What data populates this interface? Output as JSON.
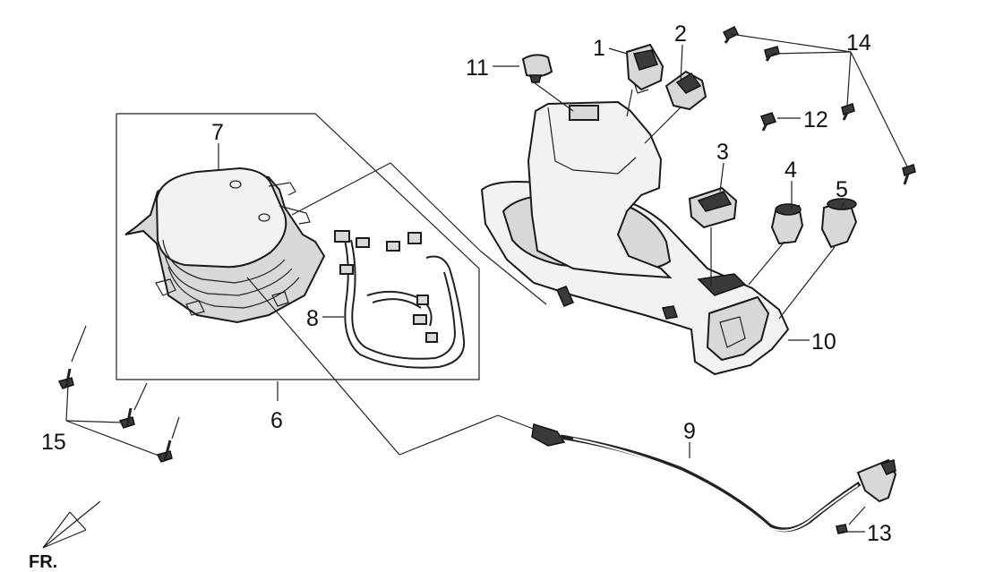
{
  "diagram": {
    "callouts": [
      "1",
      "2",
      "3",
      "4",
      "5",
      "6",
      "7",
      "8",
      "9",
      "10",
      "11",
      "12",
      "13",
      "14",
      "15"
    ],
    "orientation_label": "FR."
  }
}
